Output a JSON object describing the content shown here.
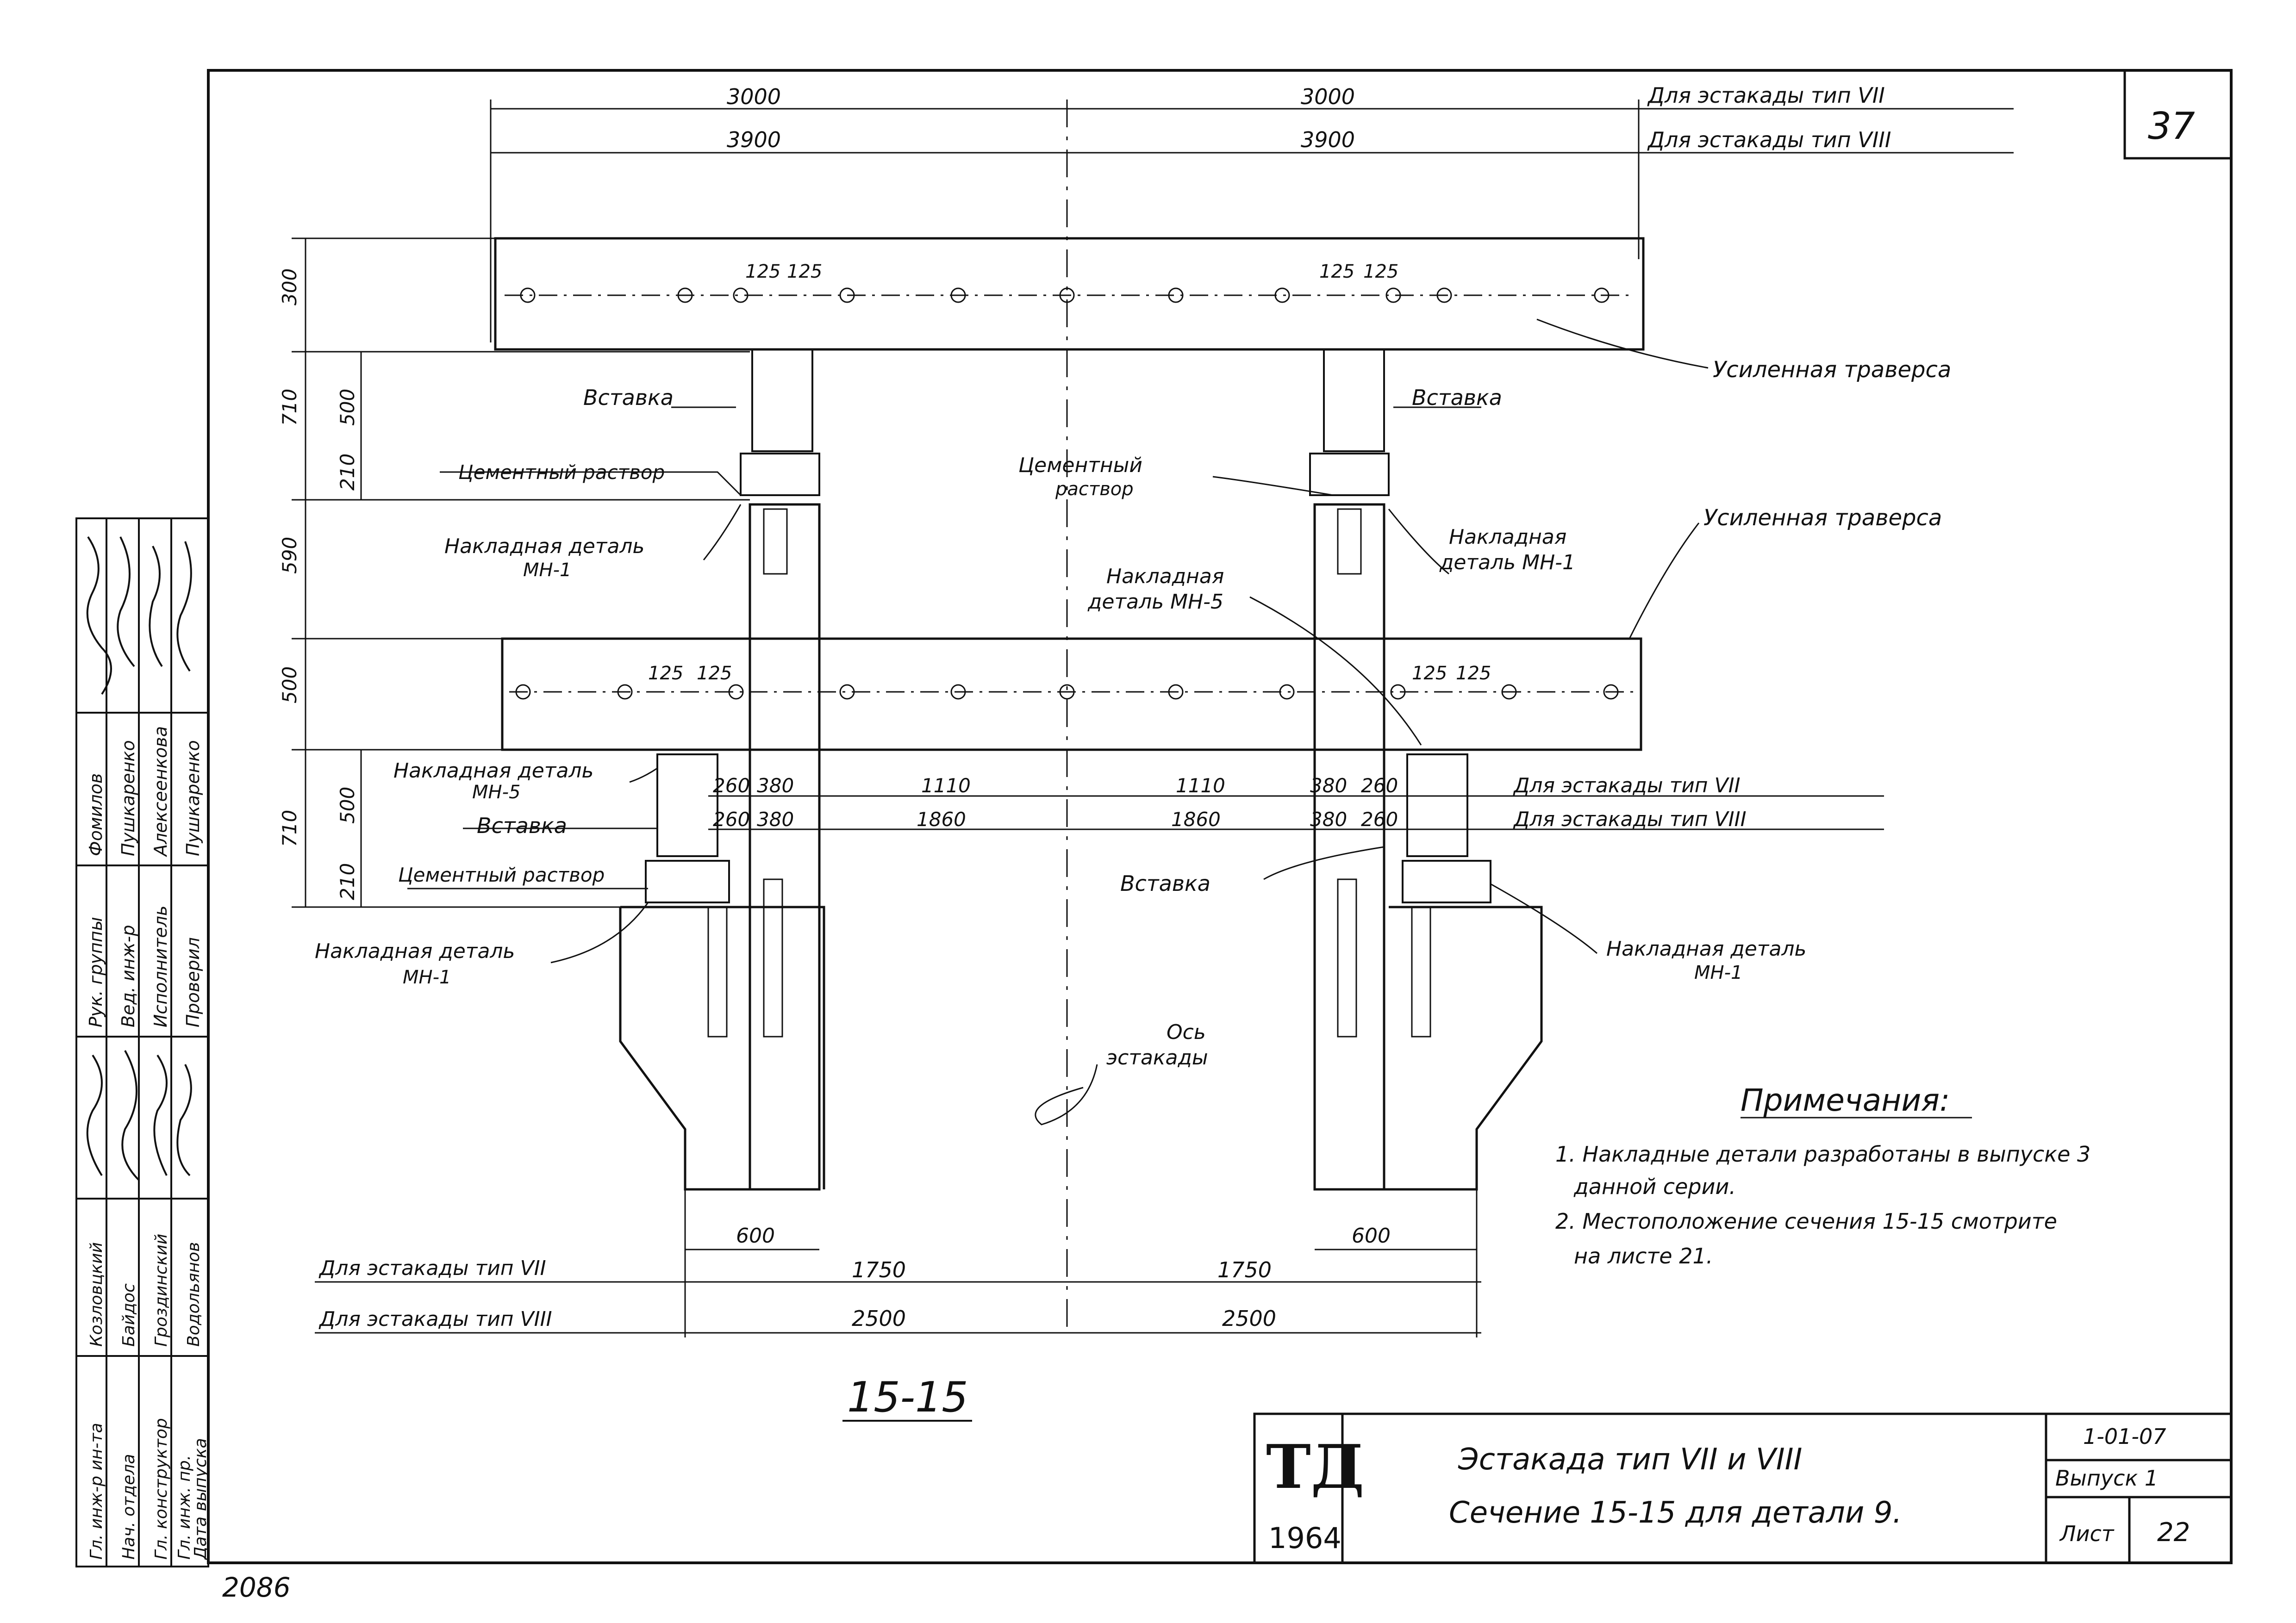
{
  "sheet_number_top": "37",
  "dims_top": {
    "span_vii_left": "3000",
    "span_vii_right": "3000",
    "span_viii_left": "3900",
    "span_viii_right": "3900",
    "label_vii": "Для эстакады тип VII",
    "label_viii": "Для эстакады тип VIII"
  },
  "dims_vertical": {
    "upper_beam": "300",
    "upper_insert_total": "710",
    "upper_insert": "500",
    "upper_mortar": "210",
    "middle": "590",
    "lower_beam": "500",
    "lower_insert_total": "710",
    "lower_insert": "500",
    "lower_mortar": "210"
  },
  "dims_plate": {
    "a": "125",
    "b": "125"
  },
  "dims_mid": {
    "d260": "260",
    "d380": "380",
    "d1110": "1110",
    "d1860": "1860",
    "label_vii": "Для эстакады тип VII",
    "label_viii": "Для эстакады тип VIII"
  },
  "dims_bottom": {
    "d600": "600",
    "d1750": "1750",
    "d2500": "2500",
    "label_vii": "Для эстакады тип VII",
    "label_viii": "Для эстакады тип VIII"
  },
  "labels": {
    "strengthened_beam": "Усиленная траверса",
    "insert": "Вставка",
    "cement_mortar": "Цементный раствор",
    "cement_mortar_1": "Цементный",
    "cement_mortar_2": "раствор",
    "mn1_line1": "Накладная деталь",
    "mn1_line2": "МН-1",
    "mn1_right_1": "Накладная",
    "mn1_right_2": "деталь МН-1",
    "mn5_line1": "Накладная деталь",
    "mn5_line2": "МН-5",
    "mn5_right_1": "Накладная",
    "mn5_right_2": "деталь МН-5",
    "axis_1": "Ось",
    "axis_2": "эстакады"
  },
  "section_label": "15-15",
  "notes": {
    "title": "Примечания:",
    "n1a": "1. Накладные детали разработаны в выпуске 3",
    "n1b": "данной серии.",
    "n2a": "2. Местоположение сечения 15-15 смотрите",
    "n2b": "на листе 21."
  },
  "title_block": {
    "logo": "ТД",
    "year": "1964",
    "title_line1": "Эстакада тип VII и VIII",
    "title_line2": "Сечение 15-15 для детали 9.",
    "series": "1-01-07",
    "issue": "Выпуск 1",
    "sheet_label": "Лист",
    "sheet_value": "22"
  },
  "stamp_left": {
    "rows_a": [
      "Рук. группы",
      "Вед. инж-р",
      "Исполнитель",
      "Проверил"
    ],
    "names_a": [
      "Фомилов",
      "Пушкаренко",
      "Алексеенкова",
      "Пушкаренко"
    ],
    "rows_b": [
      "Гл. инж-р ин-та",
      "Нач. отдела",
      "Гл. конструктор",
      "Гл. инж. пр.",
      "Дата выпуска"
    ],
    "names_b": [
      "Козловцкий",
      "Байдос",
      "Гроздинский",
      "Водольянов"
    ]
  },
  "archive_number": "2086"
}
